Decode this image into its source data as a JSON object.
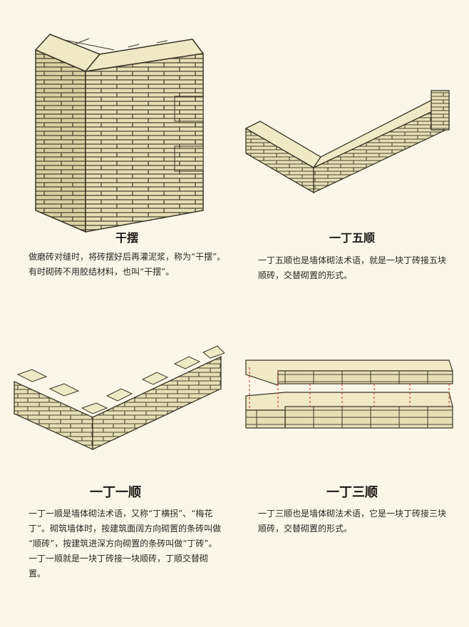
{
  "panels": {
    "ganbai": {
      "title": "干摆",
      "lines": [
        "做磨砖对缝时，将砖摆好后再灌泥浆，称为“干摆”。",
        "有时砌砖不用胶结材料，也叫“干摆”。"
      ]
    },
    "yiding_wushun": {
      "title": "一丁五顺",
      "lines": [
        "一丁五顺也是墙体砌法术语，就是一块丁砖接五块",
        "顺砖，交替砌置的形式。"
      ]
    },
    "yiding_yishun": {
      "title": "一丁一顺",
      "lines": [
        "一丁一顺是墙体砌法术语，又称“丁横拐”、“梅花",
        "丁”。砌筑墙体时，按建筑面阔方向砌置的条砖叫做",
        "“顺砖”，按建筑进深方向砌置的条砖叫做“丁砖”。",
        "一丁一顺就是一块丁砖接一块顺砖，丁顺交替砌",
        "置。"
      ]
    },
    "yiding_sanshun": {
      "title": "一丁三顺",
      "lines": [
        "一丁三顺也是墙体砌法术语，它是一块丁砖接三块",
        "顺砖，交替砌置的形式。"
      ]
    }
  },
  "colors": {
    "background": "#fbf6e8",
    "brick_face": "#e6dfb6",
    "brick_top": "#efe9c6",
    "brick_side": "#cfc79a",
    "mortar": "#4a4432",
    "guide_line": "#c8463c"
  }
}
